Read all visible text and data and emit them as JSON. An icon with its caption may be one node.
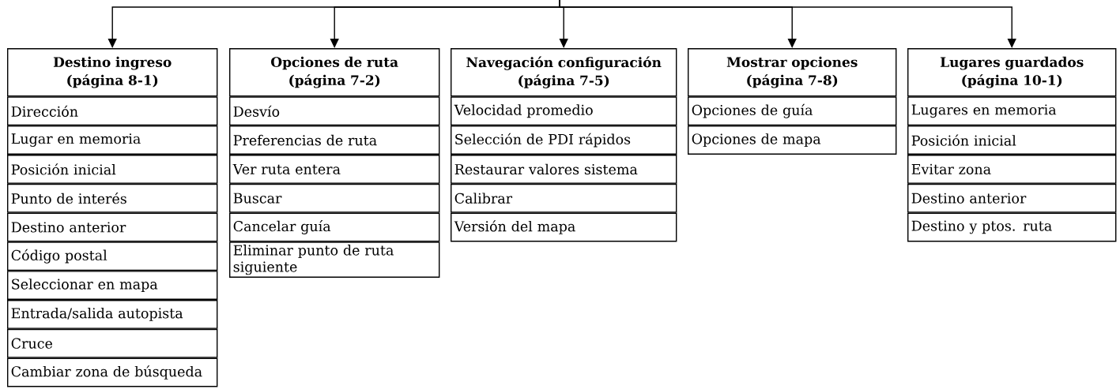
{
  "diagram": {
    "nodes": [
      {
        "text": [
          "Destino ingreso",
          "(página 8-1)"
        ]
      },
      {
        "text": [
          "Dirección"
        ]
      },
      {
        "text": [
          "Lugar en memoria"
        ]
      },
      {
        "text": [
          "Posición inicial"
        ]
      },
      {
        "text": [
          "Punto de interés"
        ]
      },
      {
        "text": [
          "Destino anterior"
        ]
      },
      {
        "text": [
          "Código postal"
        ]
      },
      {
        "text": [
          "Seleccionar en mapa"
        ]
      },
      {
        "text": [
          "Entrada/salida autopista"
        ]
      },
      {
        "text": [
          "Cruce"
        ]
      },
      {
        "text": [
          "Cambiar zona de búsqueda"
        ]
      },
      {
        "text": [
          "Opciones de ruta",
          "(página 7-2)"
        ]
      },
      {
        "text": [
          "Desvío"
        ]
      },
      {
        "text": [
          "Preferencias de ruta"
        ]
      },
      {
        "text": [
          "Ver ruta entera"
        ]
      },
      {
        "text": [
          "Buscar"
        ]
      },
      {
        "text": [
          "Cancelar guía"
        ]
      },
      {
        "text": [
          "Eliminar punto de ruta siguiente"
        ]
      },
      {
        "text": [
          "Navegación configuración",
          "(página 7-5)"
        ]
      },
      {
        "text": [
          "Velocidad promedio"
        ]
      },
      {
        "text": [
          "Selección de PDI rápidos"
        ]
      },
      {
        "text": [
          "Restaurar valores sistema"
        ]
      },
      {
        "text": [
          "Calibrar"
        ]
      },
      {
        "text": [
          "Versión del mapa"
        ]
      },
      {
        "text": [
          "Mostrar opciones",
          "(página 7-8)"
        ]
      },
      {
        "text": [
          "Opciones de guía"
        ]
      },
      {
        "text": [
          "Opciones de mapa"
        ]
      },
      {
        "text": [
          "Lugares guardados",
          "(página 10-1)"
        ]
      },
      {
        "text": [
          "Lugares en memoria"
        ]
      },
      {
        "text": [
          "Posición inicial"
        ]
      },
      {
        "text": [
          "Evitar zona"
        ]
      },
      {
        "text": [
          "Destino anterior"
        ]
      },
      {
        "text": [
          "Destino y ptos. ruta"
        ]
      }
    ],
    "edges": [
      {
        "from": null,
        "to": 0,
        "arrow": "to"
      },
      {
        "from": null,
        "to": 11,
        "arrow": "to"
      },
      {
        "from": null,
        "to": 18,
        "arrow": "to"
      },
      {
        "from": null,
        "to": 24,
        "arrow": "to"
      },
      {
        "from": null,
        "to": 27,
        "arrow": "to"
      }
    ]
  }
}
